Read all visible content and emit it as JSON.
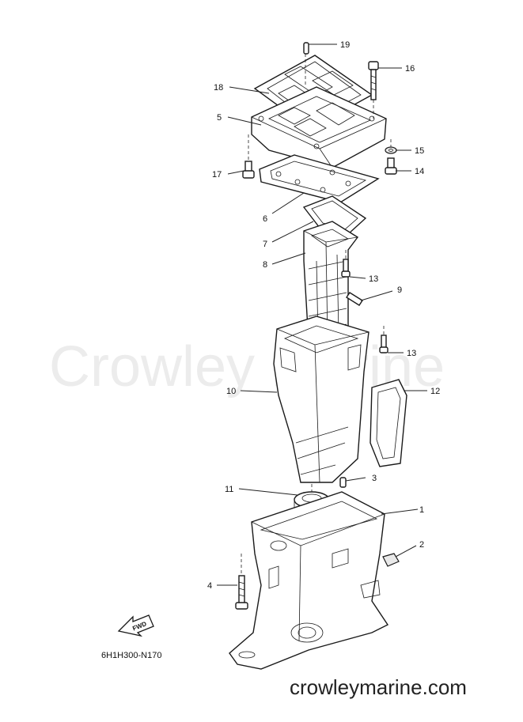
{
  "watermark": "Crowley Marine",
  "drawing_code": "6H1H300-N170",
  "fwd_label": "FWD",
  "site": "crowleymarine.com",
  "callouts": [
    {
      "id": "c19",
      "label": "19"
    },
    {
      "id": "c16",
      "label": "16"
    },
    {
      "id": "c18",
      "label": "18"
    },
    {
      "id": "c5",
      "label": "5"
    },
    {
      "id": "c15",
      "label": "15"
    },
    {
      "id": "c17",
      "label": "17"
    },
    {
      "id": "c14",
      "label": "14"
    },
    {
      "id": "c6",
      "label": "6"
    },
    {
      "id": "c7",
      "label": "7"
    },
    {
      "id": "c8",
      "label": "8"
    },
    {
      "id": "c13a",
      "label": "13"
    },
    {
      "id": "c9",
      "label": "9"
    },
    {
      "id": "c13b",
      "label": "13"
    },
    {
      "id": "c10",
      "label": "10"
    },
    {
      "id": "c12",
      "label": "12"
    },
    {
      "id": "c3",
      "label": "3"
    },
    {
      "id": "c11",
      "label": "11"
    },
    {
      "id": "c1",
      "label": "1"
    },
    {
      "id": "c2",
      "label": "2"
    },
    {
      "id": "c4",
      "label": "4"
    }
  ]
}
